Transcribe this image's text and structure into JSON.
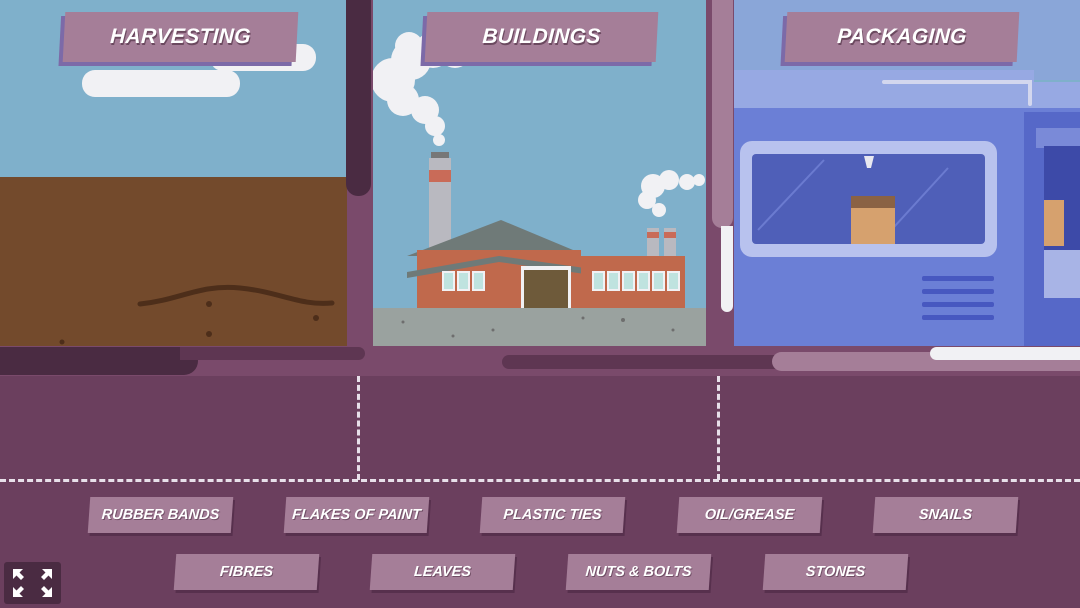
{
  "zones": [
    {
      "title": "HARVESTING"
    },
    {
      "title": "BUILDINGS"
    },
    {
      "title": "PACKAGING"
    }
  ],
  "items": [
    "RUBBER BANDS",
    "FLAKES OF PAINT",
    "PLASTIC TIES",
    "OIL/GREASE",
    "SNAILS",
    "FIBRES",
    "LEAVES",
    "NUTS & BOLTS",
    "STONES"
  ],
  "colors": {
    "sky": "#7fb0cb",
    "soil": "#734a2c",
    "panel": "#6b3f5e",
    "chip": "#a57e98",
    "machine": "#6b7fd6"
  },
  "icons": {
    "fullscreen": "expand-arrows-icon"
  }
}
